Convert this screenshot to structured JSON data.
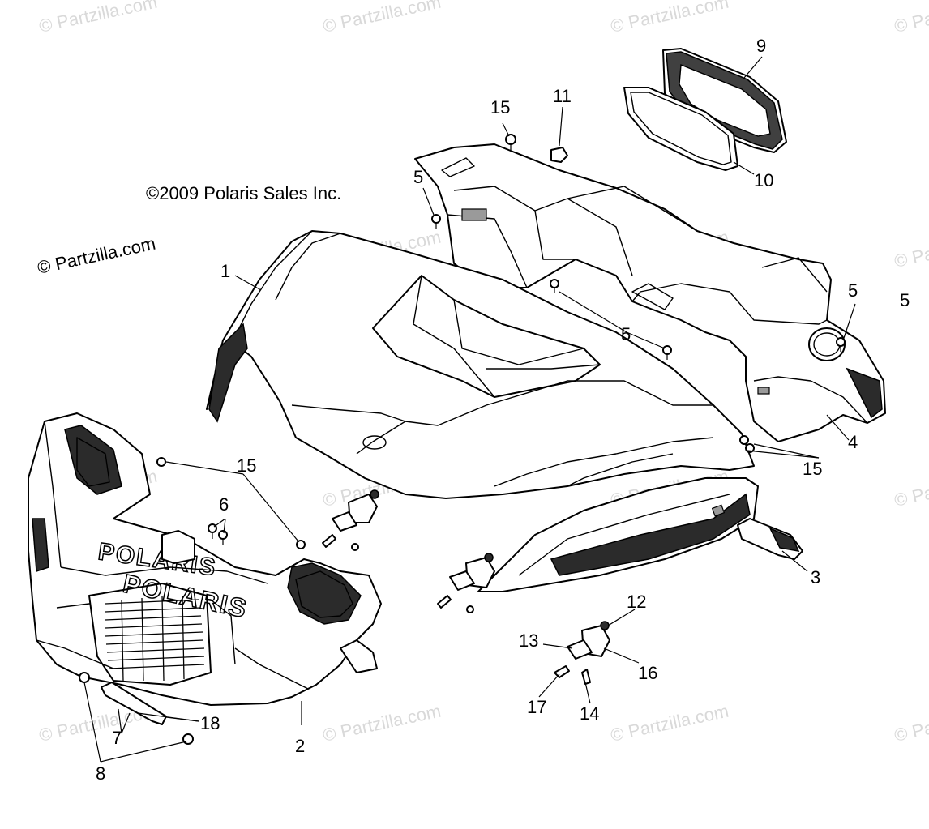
{
  "copyright": "©2009 Polaris Sales Inc.",
  "partzilla": "© Partzilla.com",
  "watermark": "© Partzilla.com",
  "brand_logo": "POLARIS",
  "callouts": [
    "1",
    "2",
    "3",
    "4",
    "5",
    "5",
    "5",
    "5",
    "6",
    "7",
    "8",
    "9",
    "10",
    "11",
    "12",
    "13",
    "14",
    "15",
    "15",
    "15",
    "16",
    "17",
    "18"
  ]
}
